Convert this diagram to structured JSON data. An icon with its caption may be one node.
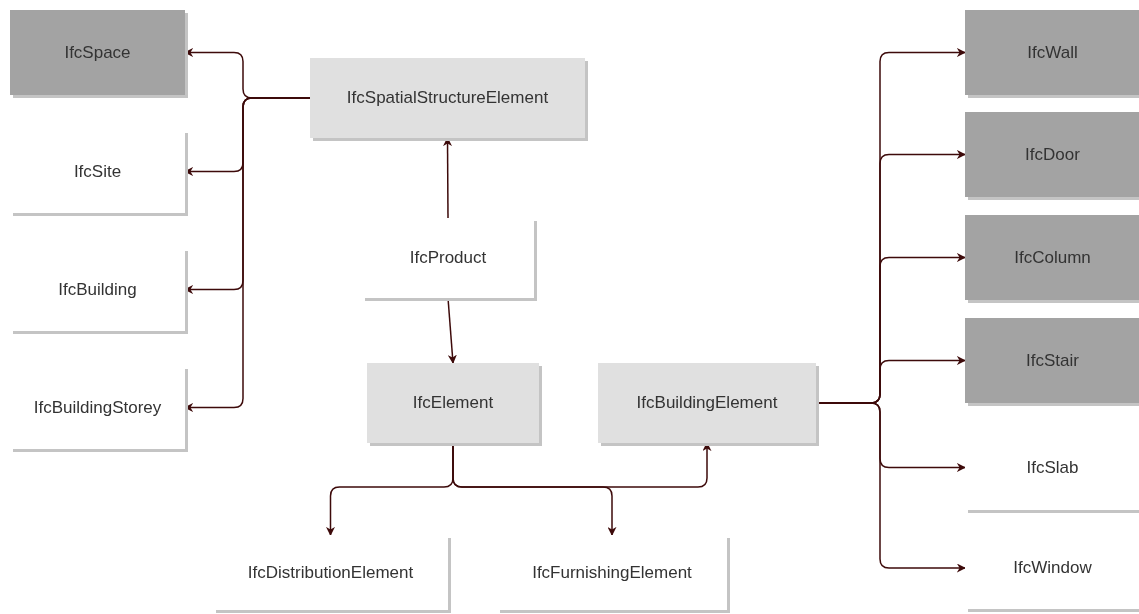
{
  "diagram": {
    "nodes": [
      {
        "text": [
          "IfcSpace"
        ]
      },
      {
        "text": [
          "IfcSpatialStructureElement"
        ]
      },
      {
        "text": [
          "IfcWall"
        ]
      },
      {
        "text": [
          "IfcSite"
        ]
      },
      {
        "text": [
          "IfcDoor"
        ]
      },
      {
        "text": [
          "IfcProduct"
        ]
      },
      {
        "text": [
          "IfcBuilding"
        ]
      },
      {
        "text": [
          "IfcColumn"
        ]
      },
      {
        "text": [
          "IfcStair"
        ]
      },
      {
        "text": [
          "IfcElement"
        ]
      },
      {
        "text": [
          "IfcBuildingElement"
        ]
      },
      {
        "text": [
          "IfcBuildingStorey"
        ]
      },
      {
        "text": [
          "IfcSlab"
        ]
      },
      {
        "text": [
          "IfcDistributionElement"
        ]
      },
      {
        "text": [
          "IfcFurnishingElement"
        ]
      },
      {
        "text": [
          "IfcWindow"
        ]
      }
    ],
    "edges": [
      {
        "from": 1,
        "to": 0,
        "arrow": "to"
      },
      {
        "from": 1,
        "to": 3,
        "arrow": "to"
      },
      {
        "from": 1,
        "to": 6,
        "arrow": "to"
      },
      {
        "from": 1,
        "to": 11,
        "arrow": "to"
      },
      {
        "from": 5,
        "to": 1,
        "arrow": "to"
      },
      {
        "from": 5,
        "to": 9,
        "arrow": "to"
      },
      {
        "from": 9,
        "to": 13,
        "arrow": "to"
      },
      {
        "from": 9,
        "to": 14,
        "arrow": "to"
      },
      {
        "from": 9,
        "to": 10,
        "arrow": "to"
      },
      {
        "from": 10,
        "to": 2,
        "arrow": "to"
      },
      {
        "from": 10,
        "to": 4,
        "arrow": "to"
      },
      {
        "from": 10,
        "to": 7,
        "arrow": "to"
      },
      {
        "from": 10,
        "to": 8,
        "arrow": "to"
      },
      {
        "from": 10,
        "to": 12,
        "arrow": "to"
      },
      {
        "from": 10,
        "to": 15,
        "arrow": "to"
      }
    ]
  }
}
